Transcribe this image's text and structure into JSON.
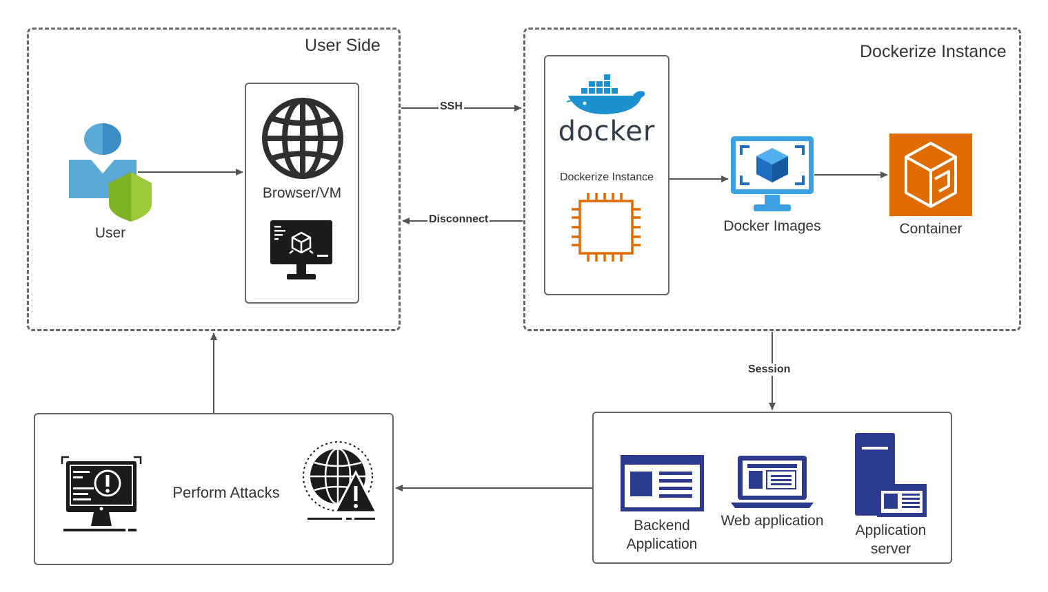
{
  "groups": {
    "user_side": "User Side",
    "dockerize_instance": "Dockerize Instance"
  },
  "nodes": {
    "user": "User",
    "browser_vm": "Browser/VM",
    "docker_logo_text": "docker",
    "dockerize_instance_inner": "Dockerize Instance",
    "docker_images": "Docker Images",
    "container": "Container",
    "perform_attacks": "Perform Attacks",
    "backend_application": "Backend\nApplication",
    "web_application": "Web application",
    "application_server": "Application\nserver"
  },
  "edges": {
    "ssh": "SSH",
    "disconnect": "Disconnect",
    "session": "Session"
  },
  "colors": {
    "border": "#666666",
    "docker_blue": "#1d91d0",
    "aws_orange": "#e06c00",
    "navy": "#2b3a8c",
    "azure_blue": "#2a8ee0",
    "shield_green": "#7db324",
    "user_blue": "#5aa9d6"
  }
}
